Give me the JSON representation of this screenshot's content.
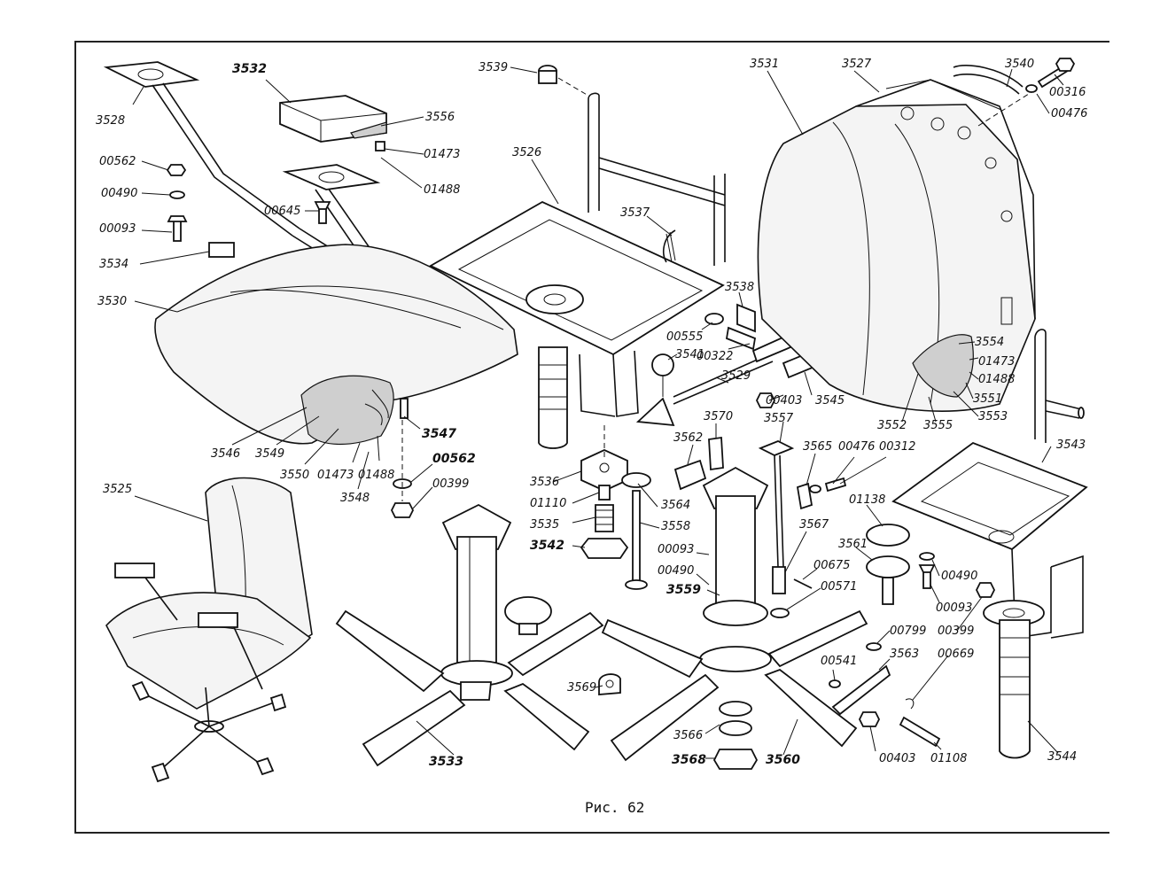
{
  "caption": "Рис. 62",
  "labels": [
    {
      "id": "3528",
      "text": "3528"
    },
    {
      "id": "3532",
      "text": "3532"
    },
    {
      "id": "3556",
      "text": "3556"
    },
    {
      "id": "01473a",
      "text": "01473"
    },
    {
      "id": "01488a",
      "text": "01488"
    },
    {
      "id": "00562a",
      "text": "00562"
    },
    {
      "id": "00490a",
      "text": "00490"
    },
    {
      "id": "00093a",
      "text": "00093"
    },
    {
      "id": "00645",
      "text": "00645"
    },
    {
      "id": "3534",
      "text": "3534"
    },
    {
      "id": "3530",
      "text": "3530"
    },
    {
      "id": "3546",
      "text": "3546"
    },
    {
      "id": "3549",
      "text": "3549"
    },
    {
      "id": "3550",
      "text": "3550"
    },
    {
      "id": "01473b",
      "text": "01473"
    },
    {
      "id": "01488b",
      "text": "01488"
    },
    {
      "id": "3548",
      "text": "3548"
    },
    {
      "id": "3547",
      "text": "3547"
    },
    {
      "id": "00562b",
      "text": "00562"
    },
    {
      "id": "00399a",
      "text": "00399"
    },
    {
      "id": "3539",
      "text": "3539"
    },
    {
      "id": "3526",
      "text": "3526"
    },
    {
      "id": "3537",
      "text": "3537"
    },
    {
      "id": "3538",
      "text": "3538"
    },
    {
      "id": "00555",
      "text": "00555"
    },
    {
      "id": "3541",
      "text": "3541"
    },
    {
      "id": "00322",
      "text": "00322"
    },
    {
      "id": "3529",
      "text": "3529"
    },
    {
      "id": "00403a",
      "text": "00403"
    },
    {
      "id": "3545",
      "text": "3545"
    },
    {
      "id": "3531",
      "text": "3531"
    },
    {
      "id": "3527",
      "text": "3527"
    },
    {
      "id": "3540",
      "text": "3540"
    },
    {
      "id": "00316",
      "text": "00316"
    },
    {
      "id": "00476a",
      "text": "00476"
    },
    {
      "id": "3554",
      "text": "3554"
    },
    {
      "id": "01473c",
      "text": "01473"
    },
    {
      "id": "01488c",
      "text": "01488"
    },
    {
      "id": "3551",
      "text": "3551"
    },
    {
      "id": "3553",
      "text": "3553"
    },
    {
      "id": "3552",
      "text": "3552"
    },
    {
      "id": "3555",
      "text": "3555"
    },
    {
      "id": "3525",
      "text": "3525"
    },
    {
      "id": "3536",
      "text": "3536"
    },
    {
      "id": "01110",
      "text": "01110"
    },
    {
      "id": "3535",
      "text": "3535"
    },
    {
      "id": "3542",
      "text": "3542"
    },
    {
      "id": "3533",
      "text": "3533"
    },
    {
      "id": "3569",
      "text": "3569"
    },
    {
      "id": "3570",
      "text": "3570"
    },
    {
      "id": "3562",
      "text": "3562"
    },
    {
      "id": "3564",
      "text": "3564"
    },
    {
      "id": "3558",
      "text": "3558"
    },
    {
      "id": "00093b",
      "text": "00093"
    },
    {
      "id": "00490b",
      "text": "00490"
    },
    {
      "id": "3559",
      "text": "3559"
    },
    {
      "id": "3557",
      "text": "3557"
    },
    {
      "id": "3565",
      "text": "3565"
    },
    {
      "id": "00476b",
      "text": "00476"
    },
    {
      "id": "00312",
      "text": "00312"
    },
    {
      "id": "3567",
      "text": "3567"
    },
    {
      "id": "00675",
      "text": "00675"
    },
    {
      "id": "00571",
      "text": "00571"
    },
    {
      "id": "01138",
      "text": "01138"
    },
    {
      "id": "3561",
      "text": "3561"
    },
    {
      "id": "3543",
      "text": "3543"
    },
    {
      "id": "00490c",
      "text": "00490"
    },
    {
      "id": "00093c",
      "text": "00093"
    },
    {
      "id": "00399b",
      "text": "00399"
    },
    {
      "id": "00799",
      "text": "00799"
    },
    {
      "id": "00541",
      "text": "00541"
    },
    {
      "id": "3563",
      "text": "3563"
    },
    {
      "id": "00669",
      "text": "00669"
    },
    {
      "id": "3566",
      "text": "3566"
    },
    {
      "id": "3568",
      "text": "3568"
    },
    {
      "id": "3560",
      "text": "3560"
    },
    {
      "id": "00403b",
      "text": "00403"
    },
    {
      "id": "01108",
      "text": "01108"
    },
    {
      "id": "3544",
      "text": "3544"
    }
  ]
}
